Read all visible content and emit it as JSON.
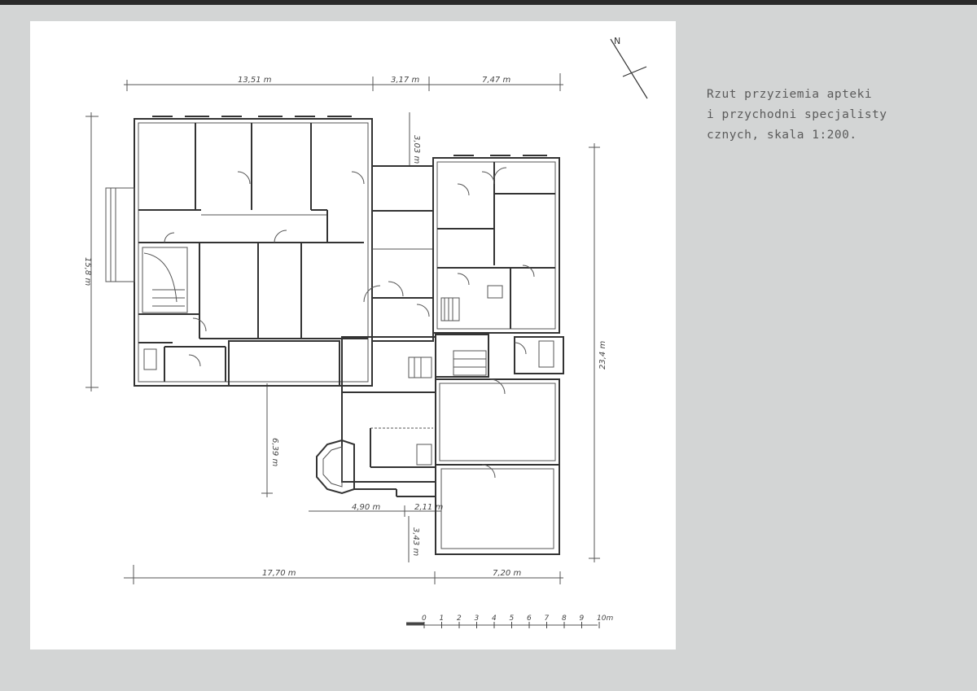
{
  "caption": {
    "line1": "Rzut przyziemia apteki",
    "line2": "i przychodni specjalisty",
    "line3": "cznych, skala 1:200."
  },
  "north": "N",
  "dimensions": {
    "top_a": "13,51 m",
    "top_b": "3,17 m",
    "top_c": "7,47 m",
    "vert_303": "3,03 m",
    "left_158": "15,8 m",
    "right_234": "23,4 m",
    "mid_639": "6,39 m",
    "bottom_490": "4,90 m",
    "bottom_211": "2,11 m",
    "bottom_343": "3,43 m",
    "total_1770": "17,70 m",
    "total_720": "7,20 m"
  },
  "scale_bar": {
    "ticks": [
      "0",
      "1",
      "2",
      "3",
      "4",
      "5",
      "6",
      "7",
      "8",
      "9",
      "10m"
    ]
  }
}
